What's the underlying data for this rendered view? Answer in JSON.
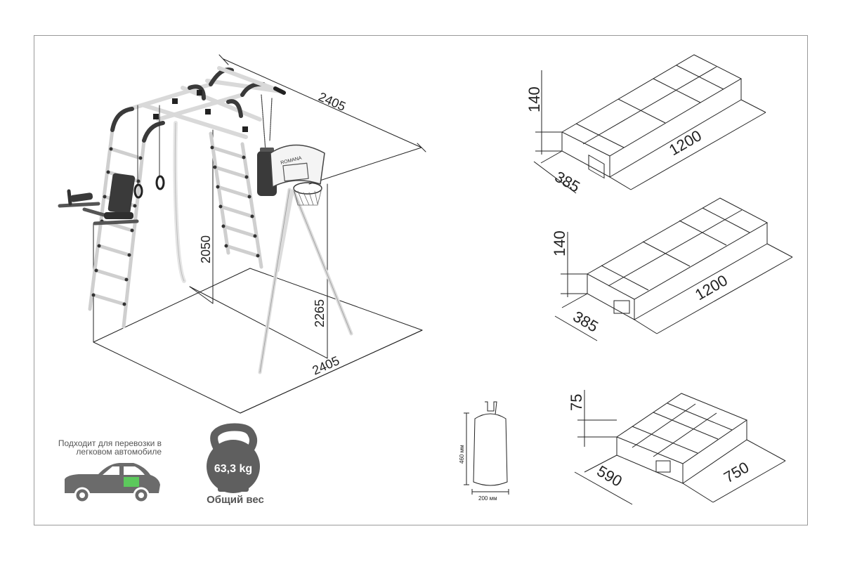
{
  "diagram": {
    "dimensions": {
      "top_length": "2405",
      "bottom_length": "2405",
      "height_frame": "2050",
      "height_hoop": "2265"
    },
    "boxes": [
      {
        "height": "140",
        "depth": "385",
        "length": "1200"
      },
      {
        "height": "140",
        "depth": "385",
        "length": "1200"
      },
      {
        "height": "75",
        "depth": "590",
        "length": "750"
      }
    ],
    "punching_bag": {
      "height": "460 мм",
      "width": "200 мм"
    },
    "backboard_brand": "ROMANA",
    "transport_text": "Подходит для перевозки в легковом автомобиле",
    "weight_value": "63,3 kg",
    "weight_caption": "Общий вес",
    "colors": {
      "car": "#6b6b6b",
      "accent_green": "#5cc95c",
      "kettlebell": "#5f5f5f"
    }
  }
}
